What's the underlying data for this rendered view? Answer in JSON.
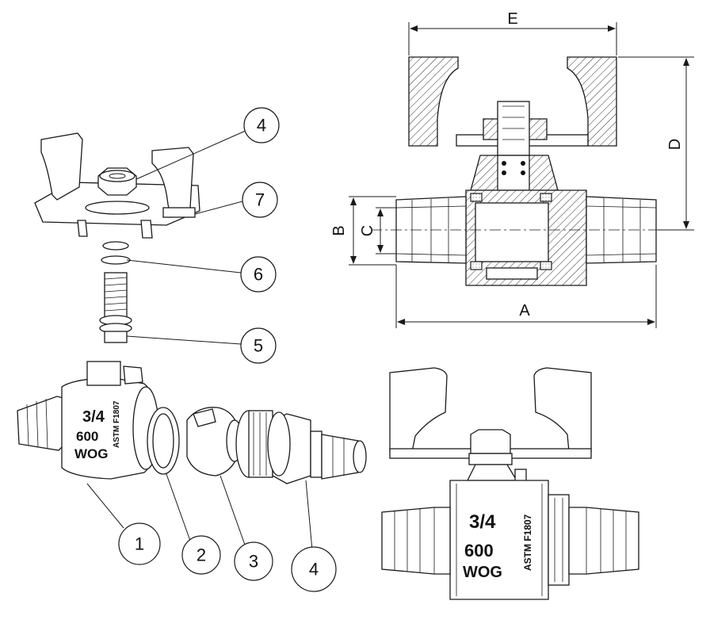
{
  "callouts": [
    "1",
    "2",
    "3",
    "4",
    "4",
    "5",
    "6",
    "7"
  ],
  "dimensions": {
    "a": "A",
    "b": "B",
    "c": "C",
    "d": "D",
    "e": "E"
  },
  "body_marking": {
    "size_num": "3",
    "size_den": "4",
    "pressure": "600",
    "rating": "WOG",
    "standard": "ASTM F1807"
  },
  "colors": {
    "line": "#1a1a1a",
    "background": "#ffffff"
  }
}
